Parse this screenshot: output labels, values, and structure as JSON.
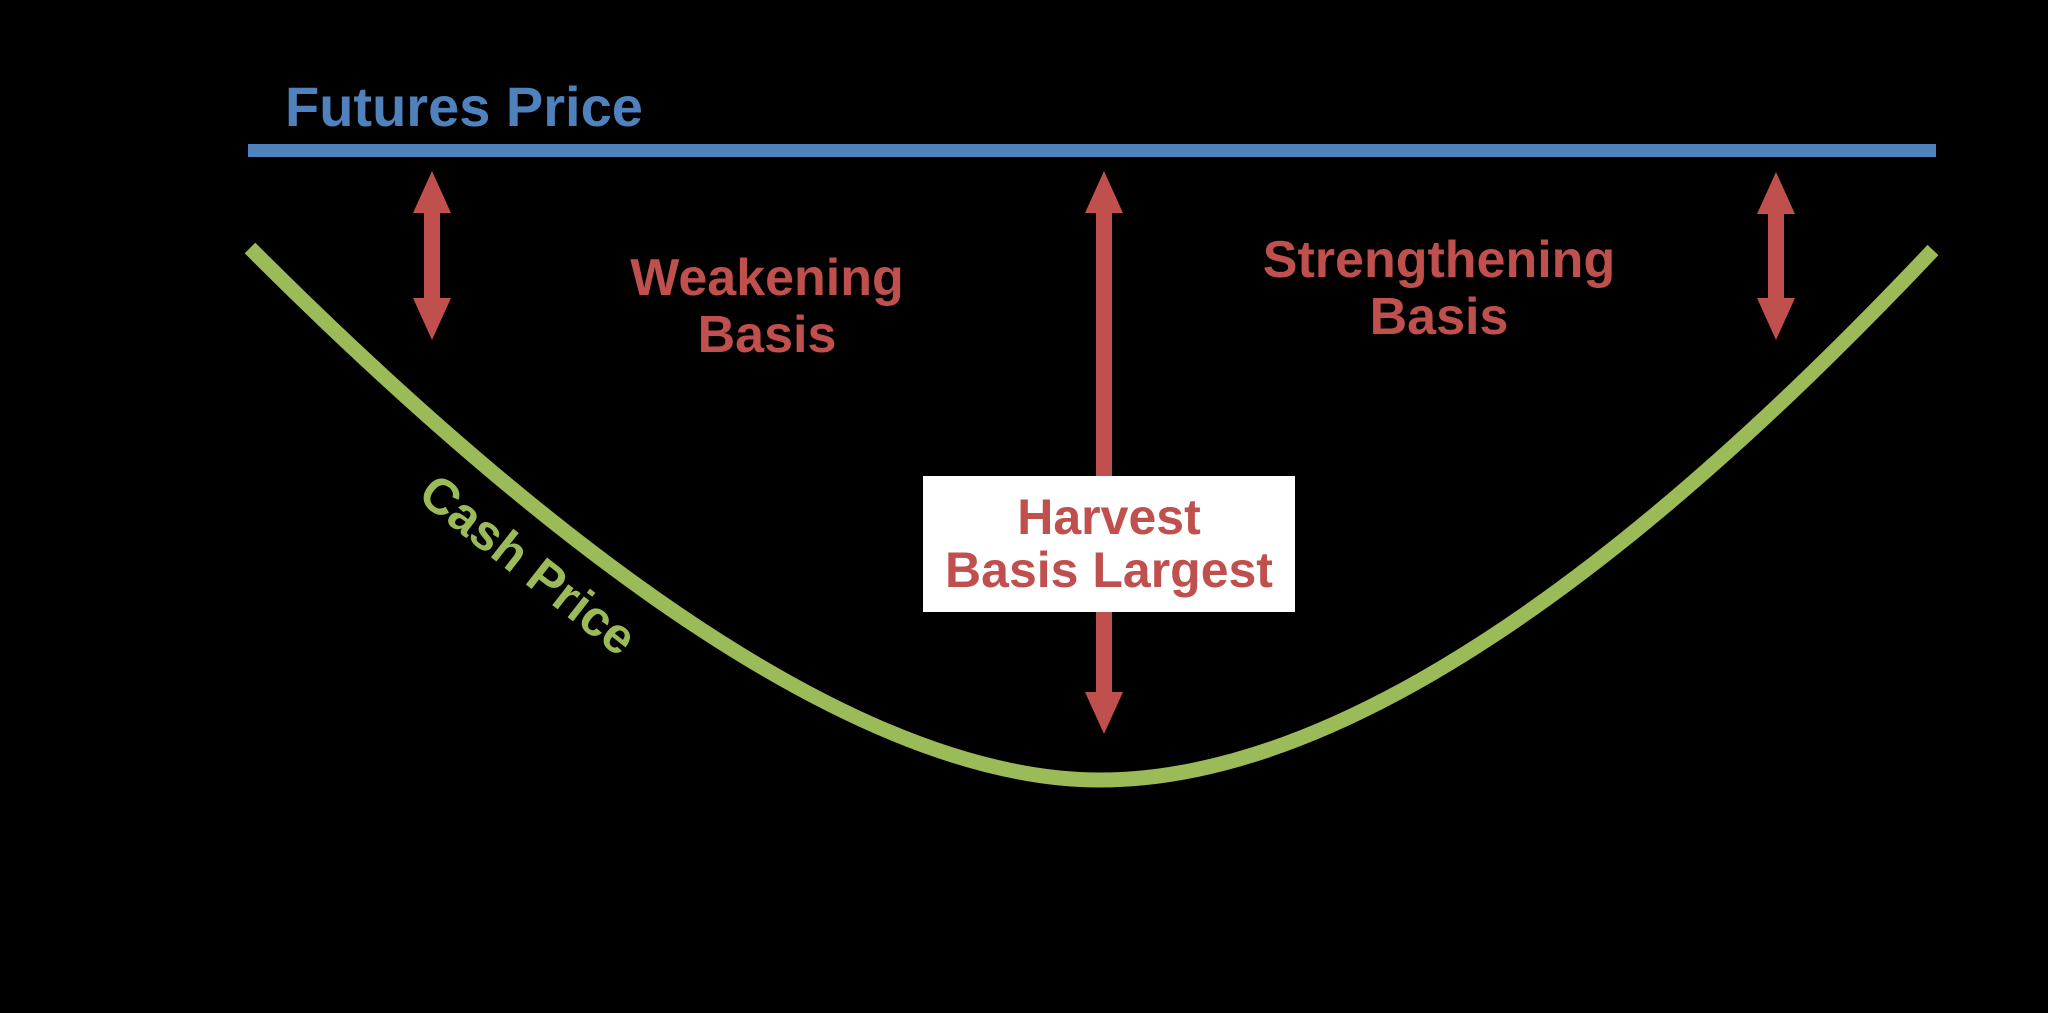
{
  "diagram": {
    "futures_line_label": "Futures Price",
    "cash_curve_label": "Cash Price",
    "weakening_basis": {
      "lines": [
        "Weakening",
        "Basis"
      ]
    },
    "strengthening_basis": {
      "lines": [
        "Strengthening",
        "Basis"
      ]
    },
    "harvest_box": {
      "lines": [
        "Harvest",
        "Basis Largest"
      ]
    }
  },
  "colors": {
    "background": "#000000",
    "futures_blue": "#4F81BD",
    "cash_green": "#9BBB59",
    "basis_red": "#C0504D",
    "harvest_box_background": "#FFFFFF"
  }
}
